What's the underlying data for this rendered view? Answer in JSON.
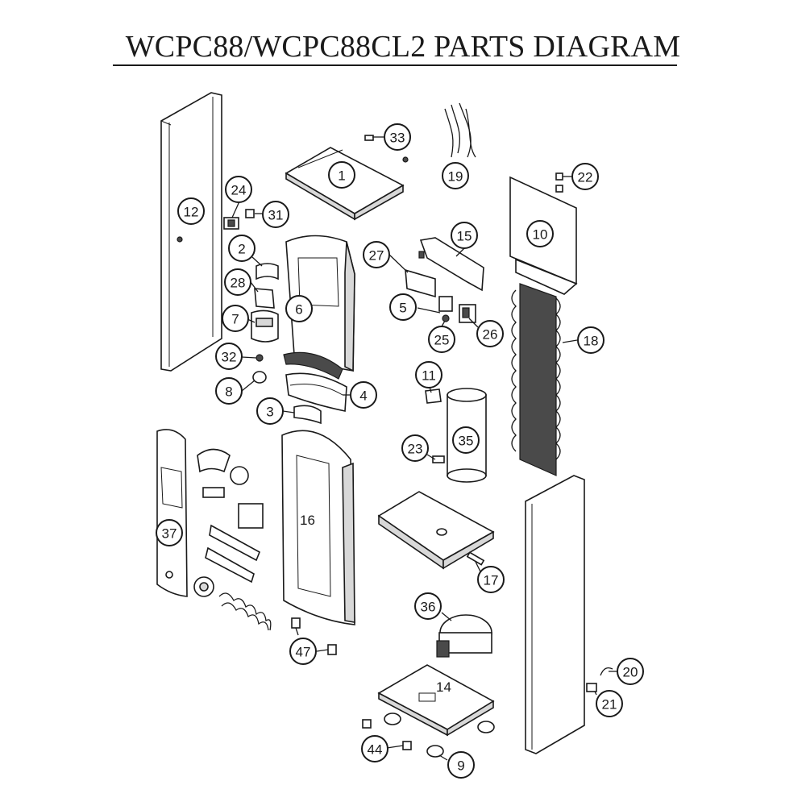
{
  "title": "WCPC88/WCPC88CL2 PARTS DIAGRAM",
  "callouts": [
    {
      "id": "1",
      "label": "1"
    },
    {
      "id": "2",
      "label": "2"
    },
    {
      "id": "3",
      "label": "3"
    },
    {
      "id": "4",
      "label": "4"
    },
    {
      "id": "5",
      "label": "5"
    },
    {
      "id": "6",
      "label": "6"
    },
    {
      "id": "7",
      "label": "7"
    },
    {
      "id": "8",
      "label": "8"
    },
    {
      "id": "9",
      "label": "9"
    },
    {
      "id": "10",
      "label": "10"
    },
    {
      "id": "11",
      "label": "11"
    },
    {
      "id": "12",
      "label": "12"
    },
    {
      "id": "15",
      "label": "15"
    },
    {
      "id": "17",
      "label": "17"
    },
    {
      "id": "18",
      "label": "18"
    },
    {
      "id": "19",
      "label": "19"
    },
    {
      "id": "20",
      "label": "20"
    },
    {
      "id": "21",
      "label": "21"
    },
    {
      "id": "22",
      "label": "22"
    },
    {
      "id": "23",
      "label": "23"
    },
    {
      "id": "24",
      "label": "24"
    },
    {
      "id": "25",
      "label": "25"
    },
    {
      "id": "26",
      "label": "26"
    },
    {
      "id": "27",
      "label": "27"
    },
    {
      "id": "28",
      "label": "28"
    },
    {
      "id": "31",
      "label": "31"
    },
    {
      "id": "32",
      "label": "32"
    },
    {
      "id": "33",
      "label": "33"
    },
    {
      "id": "35",
      "label": "35"
    },
    {
      "id": "36",
      "label": "36"
    },
    {
      "id": "37",
      "label": "37"
    },
    {
      "id": "44",
      "label": "44"
    },
    {
      "id": "47",
      "label": "47"
    }
  ],
  "free_labels": [
    {
      "id": "14",
      "label": "14"
    },
    {
      "id": "16",
      "label": "16"
    }
  ]
}
